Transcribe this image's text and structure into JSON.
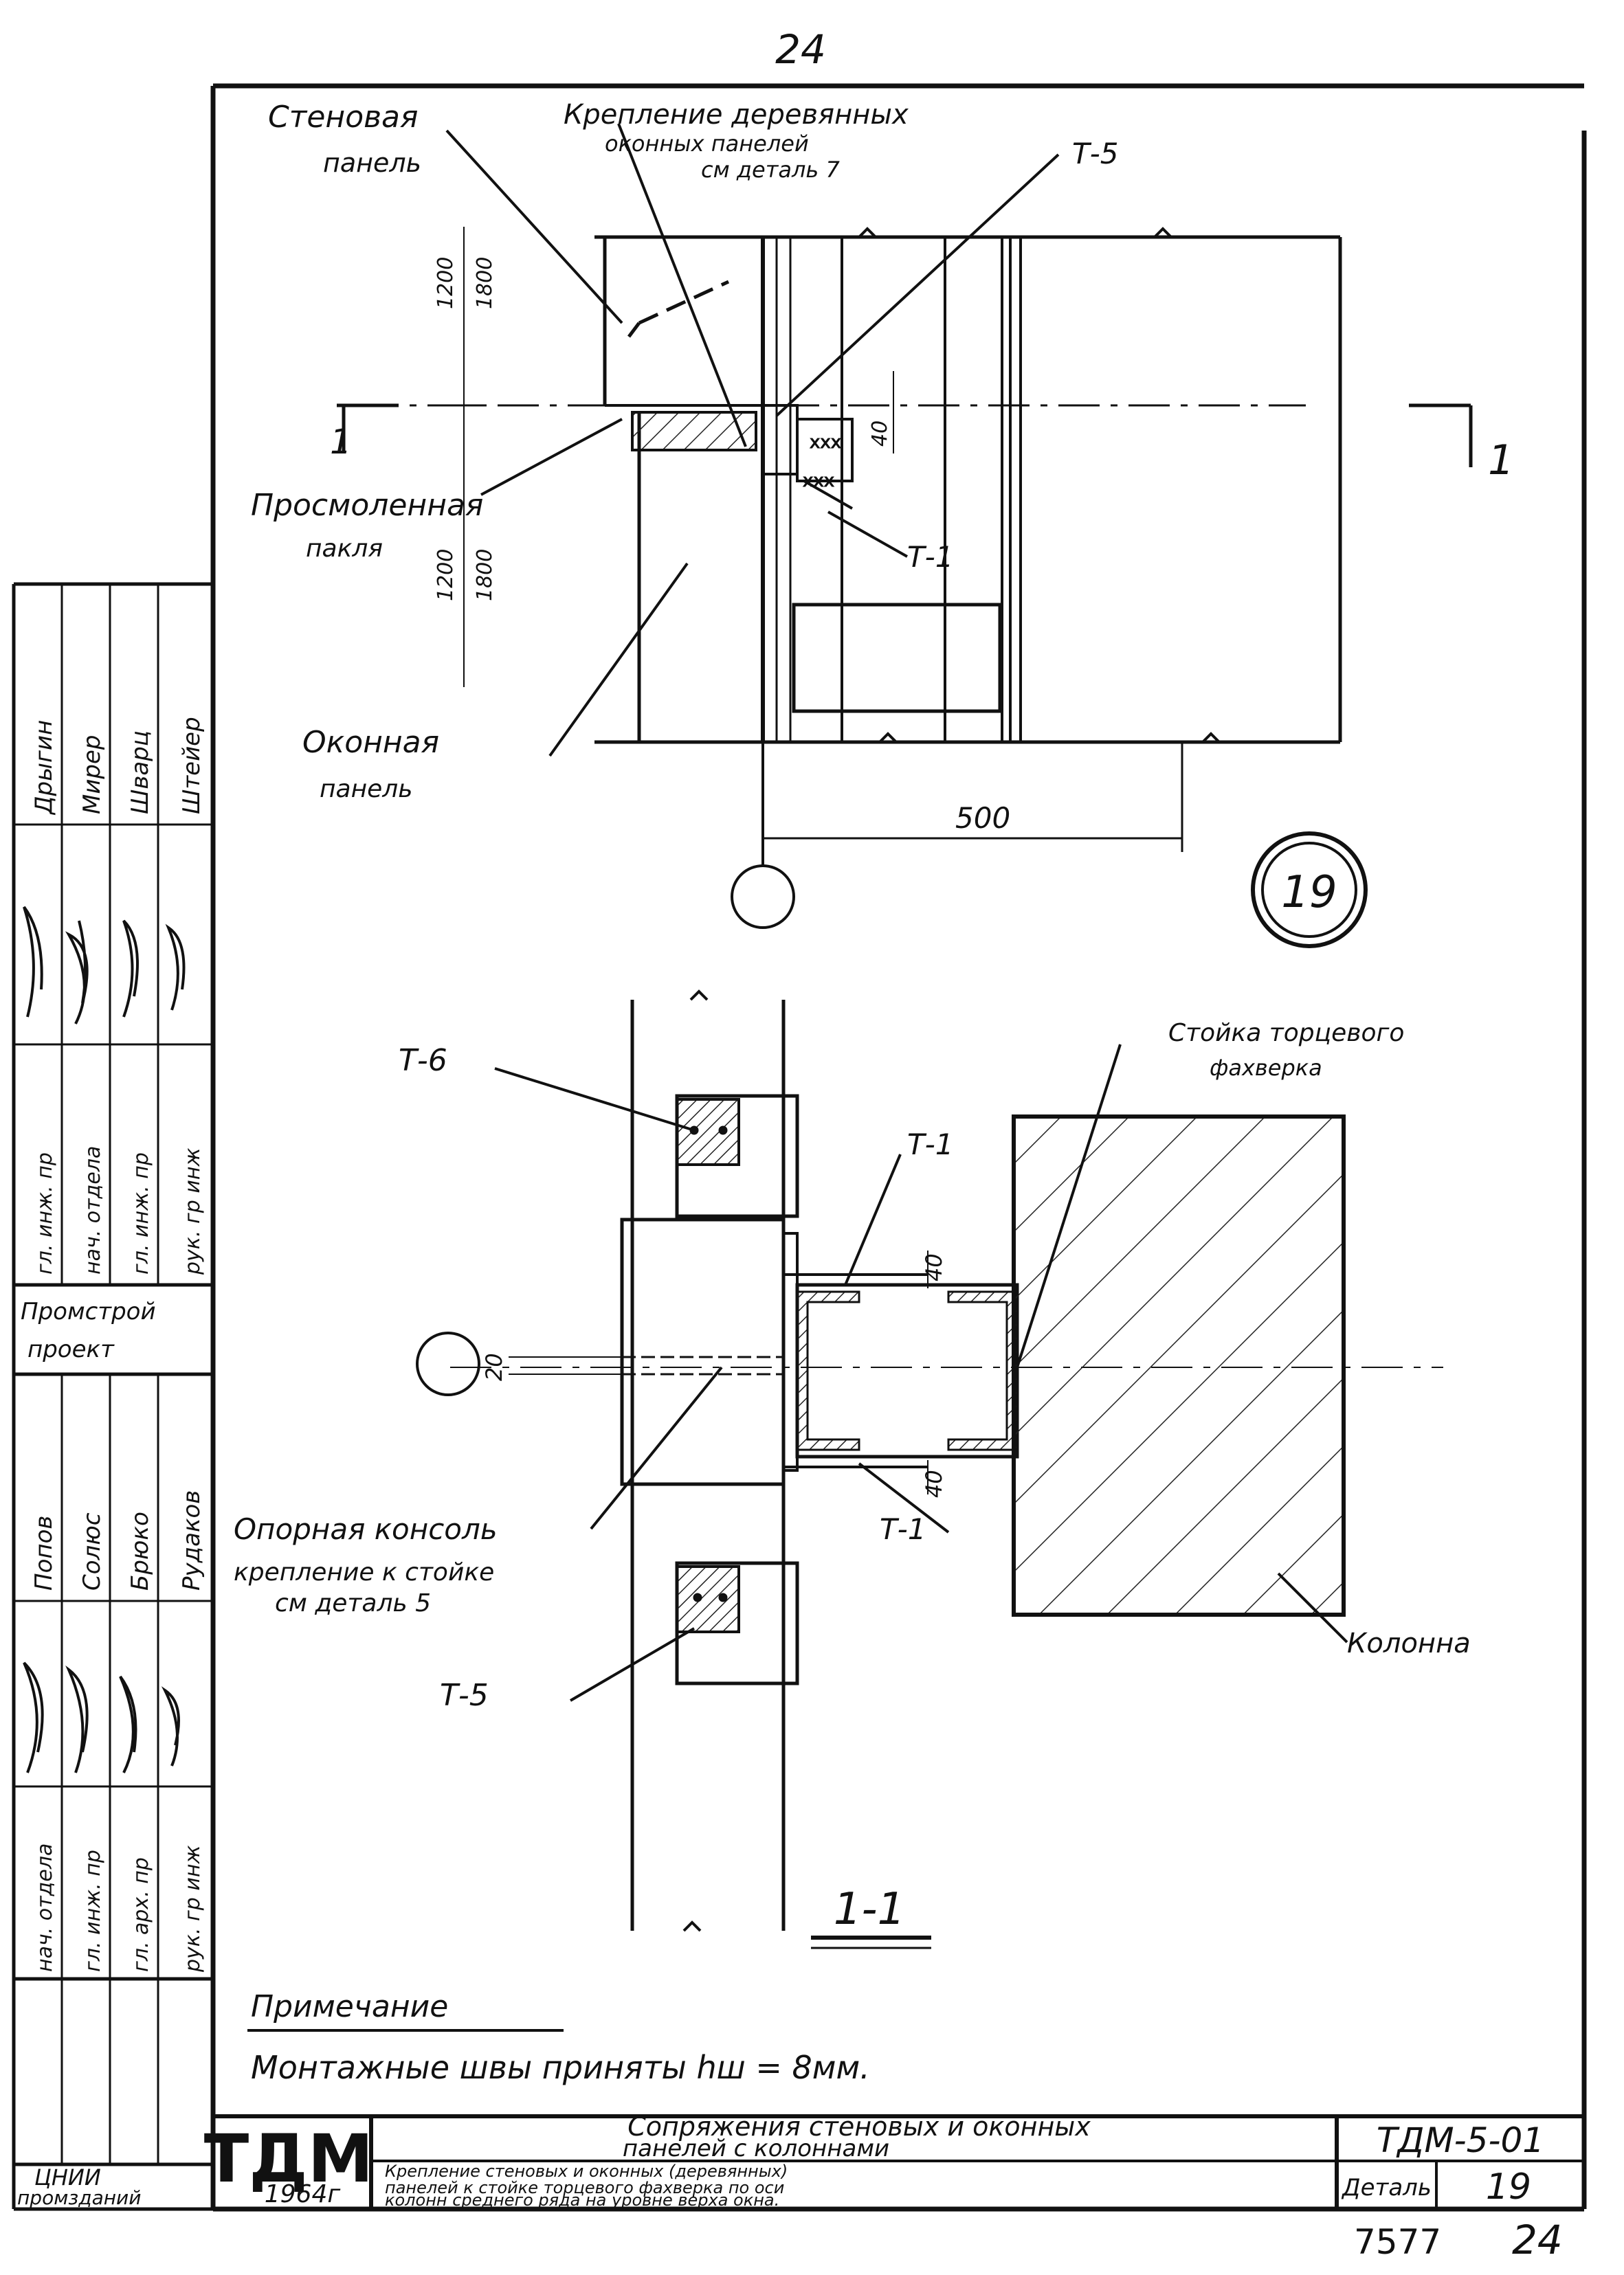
{
  "page": {
    "top_number": "24",
    "bottom_left_number": "7577",
    "bottom_right_number": "24"
  },
  "top_view": {
    "wall_panel_label": [
      "Стеновая",
      "панель"
    ],
    "fastening_label": [
      "Крепление деревянных",
      "оконных панелей",
      "см деталь 7"
    ],
    "t5_top": "Т-5",
    "dim_1200_upper": "1200",
    "dim_1800_upper": "1800",
    "dim_1200_lower": "1200",
    "dim_1800_lower": "1800",
    "dim_40": "40",
    "section_left": "1",
    "section_right": "1",
    "tow_label": [
      "Просмоленная",
      "пакля"
    ],
    "t1_top": "Т-1",
    "window_panel_label": [
      "Оконная",
      "панель"
    ],
    "dim_500": "500",
    "detail_number": "19"
  },
  "section_view": {
    "t6": "Т-6",
    "t1_upper": "Т-1",
    "end_post_label": [
      "Стойка торцевого",
      "фахверка"
    ],
    "dim_40_upper": "40",
    "dim_20": "20",
    "dim_40_lower": "40",
    "console_label": "Опорная консоль",
    "console_fastening": [
      "крепление к стойке",
      "см деталь 5"
    ],
    "t1_lower": "Т-1",
    "t5": "Т-5",
    "column_label": "Колонна",
    "section_title": "1-1"
  },
  "note": {
    "title": "Примечание",
    "text": "Монтажные швы приняты hш = 8мм."
  },
  "left_stamp": {
    "top_rows": [
      {
        "role": "гл. инж. пр",
        "name": "Дрыгин"
      },
      {
        "role": "нач. отдела",
        "name": "Мирер"
      },
      {
        "role": "гл. инж. пр",
        "name": "Шварц"
      },
      {
        "role": "рук. гр инж",
        "name": "Штейер"
      }
    ],
    "org": [
      "Промстрой",
      "проект"
    ],
    "bottom_rows": [
      {
        "role": "нач. отдела",
        "name": "Попов"
      },
      {
        "role": "гл. инж. пр",
        "name": "Солюс"
      },
      {
        "role": "гл. арх. пр",
        "name": "Брюко"
      },
      {
        "role": "рук. гр инж",
        "name": "Рудаков"
      }
    ],
    "bottom_org": [
      "ЦНИИ",
      "промзданий"
    ]
  },
  "title_block": {
    "logo": "ТДМ",
    "year": "1964г",
    "title": [
      "Сопряжения стеновых и оконных",
      "панелей с колоннами"
    ],
    "description": [
      "Крепление стеновых и оконных (деревянных)",
      "панелей к стойке торцевого фахверка по оси",
      "колонн среднего ряда на уровне верха окна."
    ],
    "code": "ТДМ-5-01",
    "detail_label": "Деталь",
    "detail_number": "19"
  }
}
